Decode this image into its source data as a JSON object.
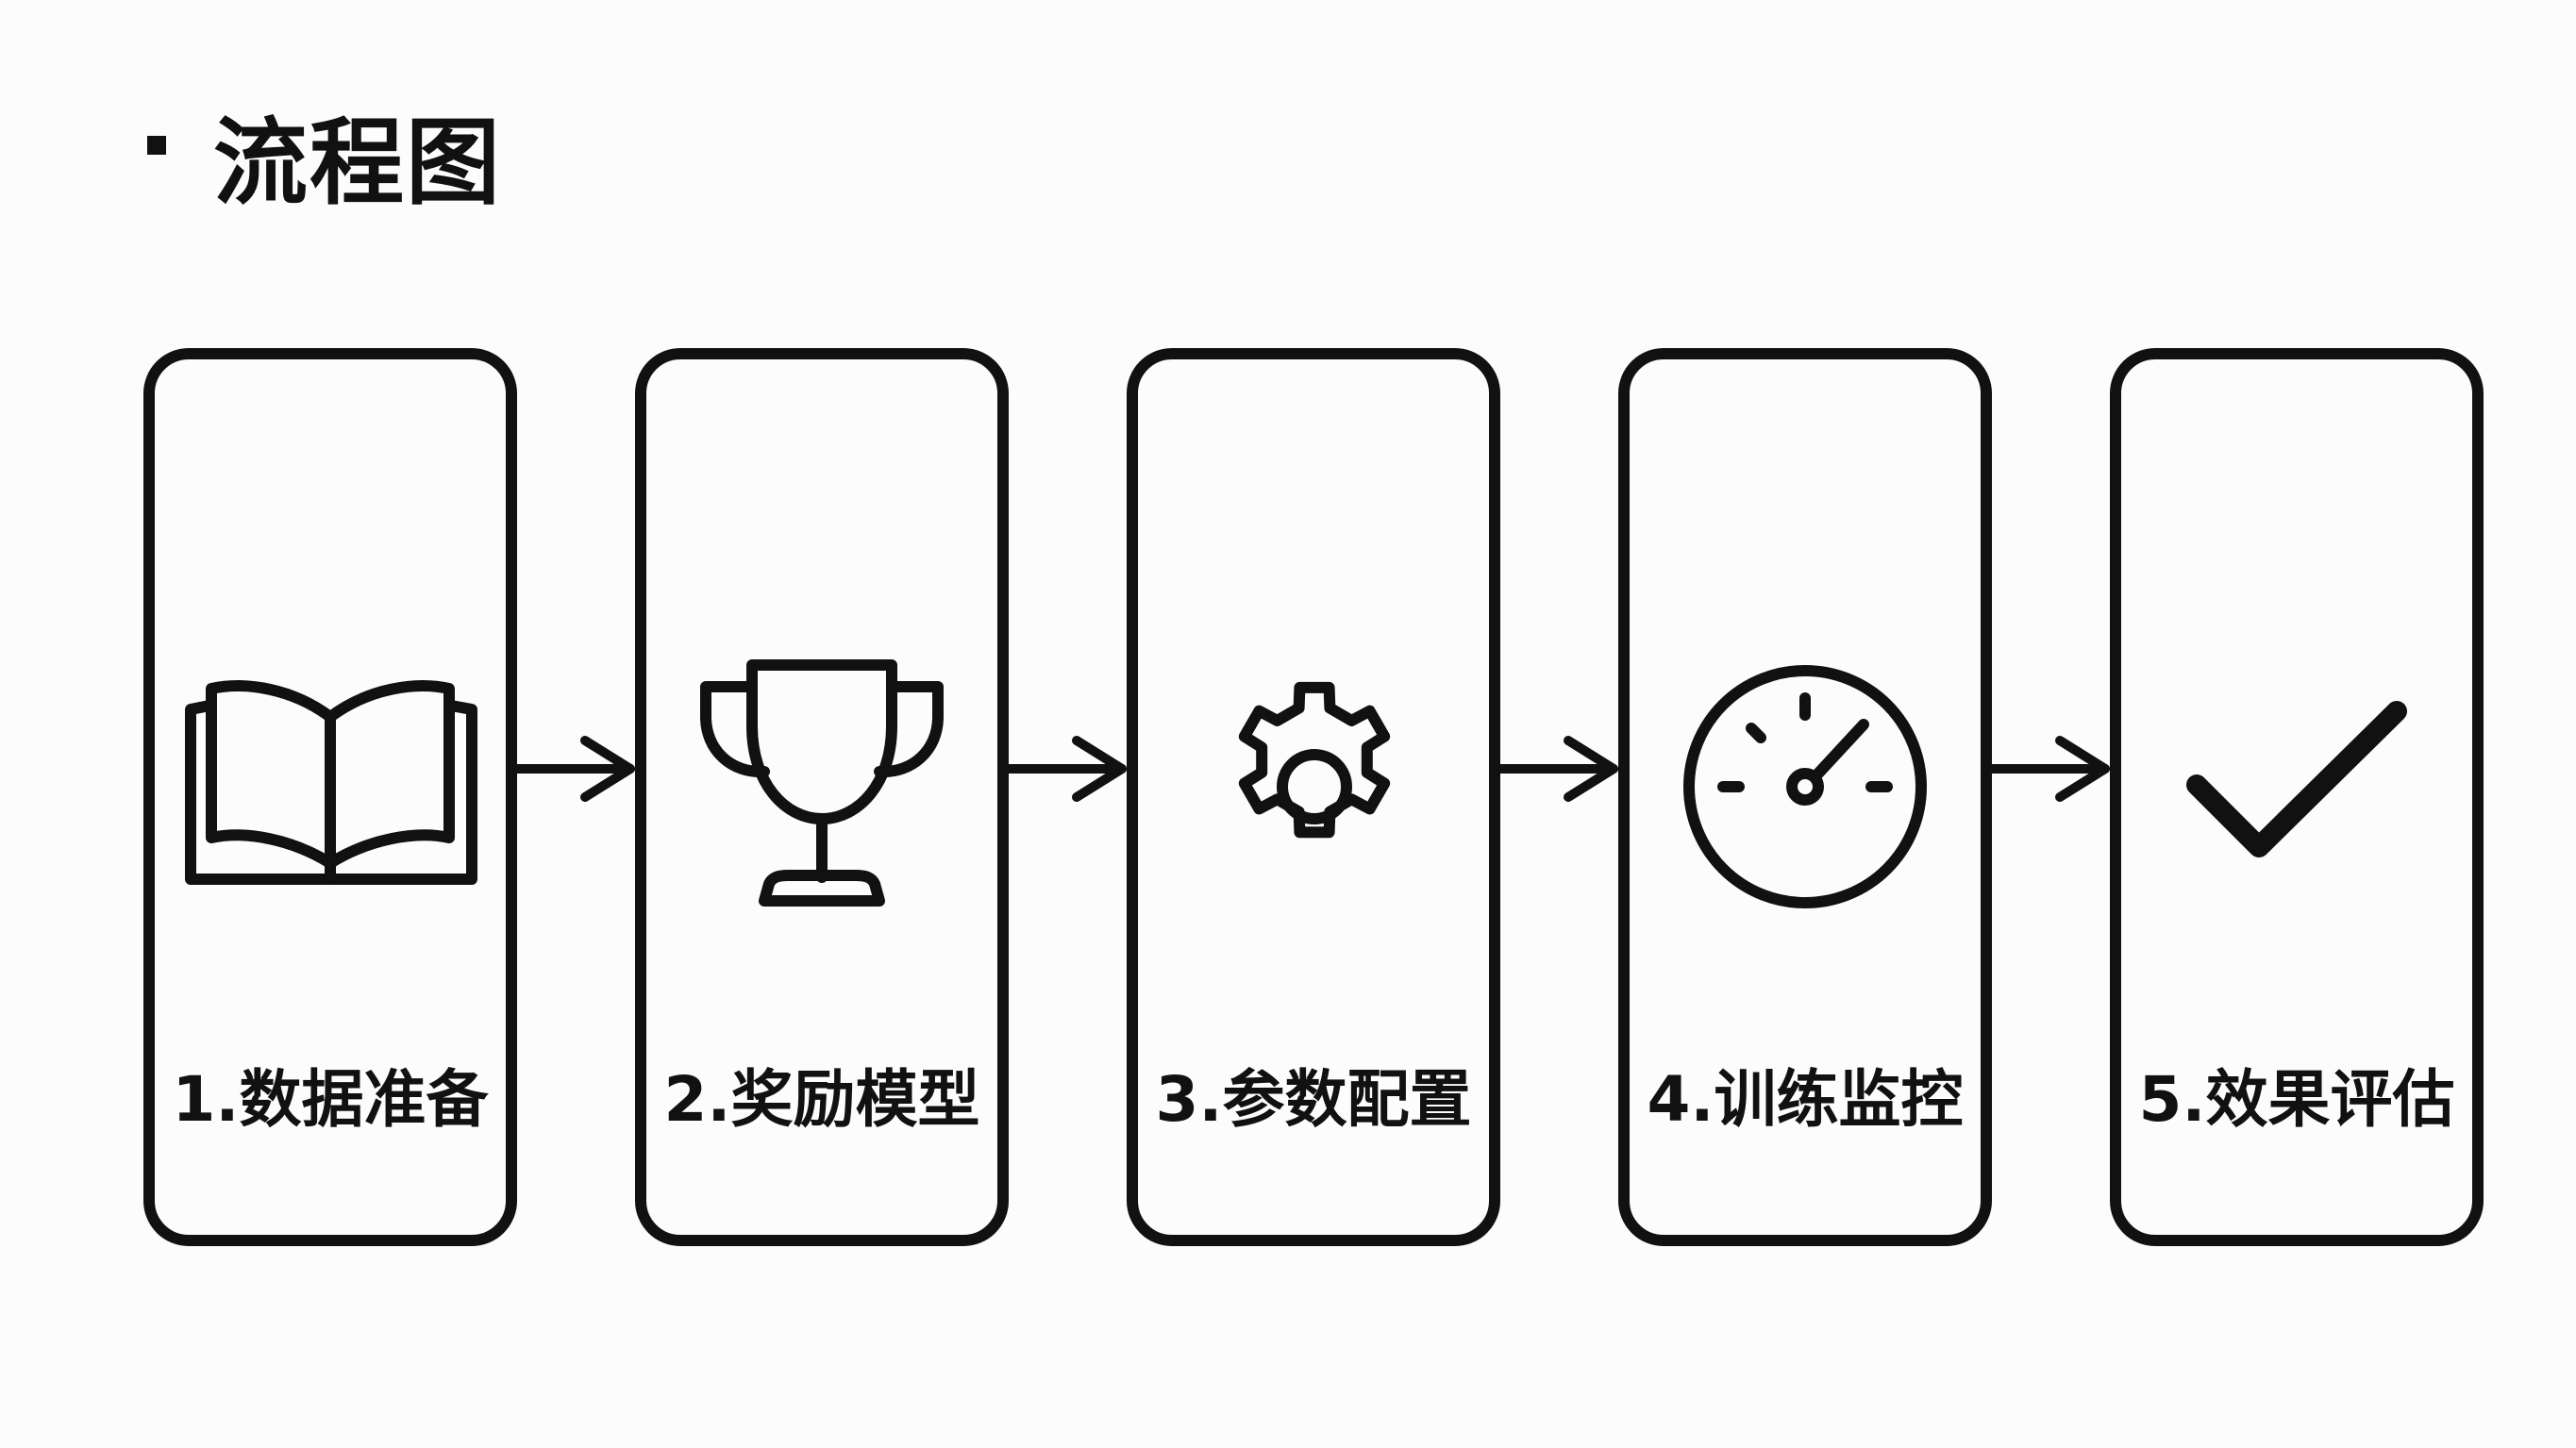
{
  "title": "流程图",
  "steps": [
    {
      "label": "1.数据准备",
      "icon": "open-book-icon"
    },
    {
      "label": "2.奖励模型",
      "icon": "trophy-icon"
    },
    {
      "label": "3.参数配置",
      "icon": "gear-icon"
    },
    {
      "label": "4.训练监控",
      "icon": "gauge-icon"
    },
    {
      "label": "5.效果评估",
      "icon": "checkmark-icon"
    }
  ],
  "colors": {
    "stroke": "#111111",
    "background": "#fcfcfc"
  }
}
